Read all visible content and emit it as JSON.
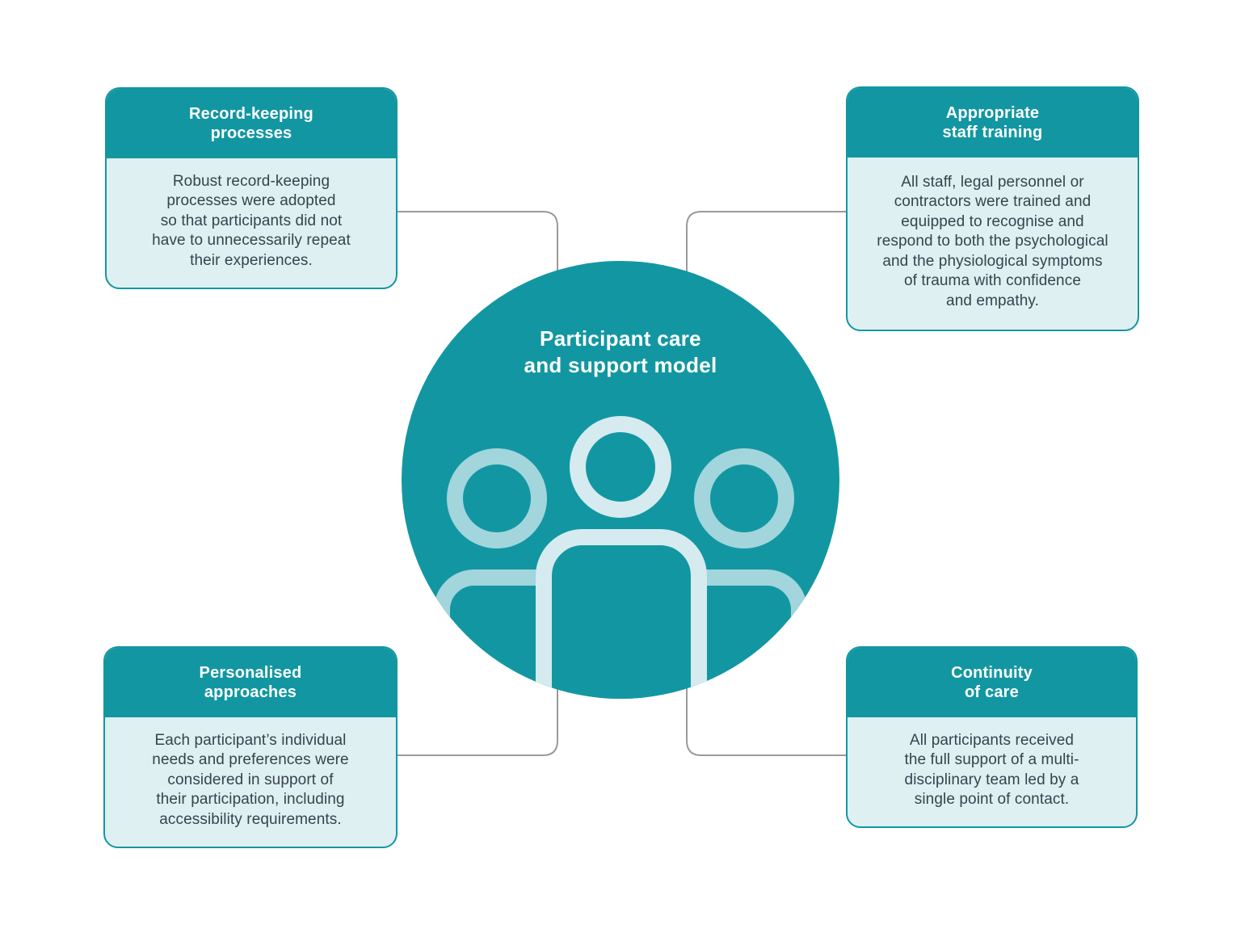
{
  "colors": {
    "teal": "#1297A2",
    "light": "#DFF0F2",
    "text_dark": "#37434E",
    "connector": "#9A9A9A",
    "icon_side": "#A2D5DC",
    "icon_center": "#D5EBEF",
    "header_text": "#FFFFFF"
  },
  "center": {
    "title": "Participant care\nand support model",
    "icon": "people-group-icon"
  },
  "boxes": [
    {
      "id": "record-keeping-processes",
      "title": "Record-keeping\nprocesses",
      "body": "Robust record-keeping\nprocesses were adopted\nso that participants did not\nhave to unnecessarily repeat\ntheir experiences."
    },
    {
      "id": "appropriate-staff-training",
      "title": "Appropriate\nstaff training",
      "body": "All staff, legal personnel or\ncontractors were trained and\nequipped to recognise and\nrespond to both the psychological\nand the physiological symptoms\nof trauma with confidence\nand empathy."
    },
    {
      "id": "personalised-approaches",
      "title": "Personalised\napproaches",
      "body": "Each participant’s individual\nneeds and preferences were\nconsidered in support of\ntheir participation, including\naccessibility requirements."
    },
    {
      "id": "continuity-of-care",
      "title": "Continuity\nof care",
      "body": "All participants received\nthe full support of a multi-\ndisciplinary team led by a\nsingle point of contact."
    }
  ]
}
